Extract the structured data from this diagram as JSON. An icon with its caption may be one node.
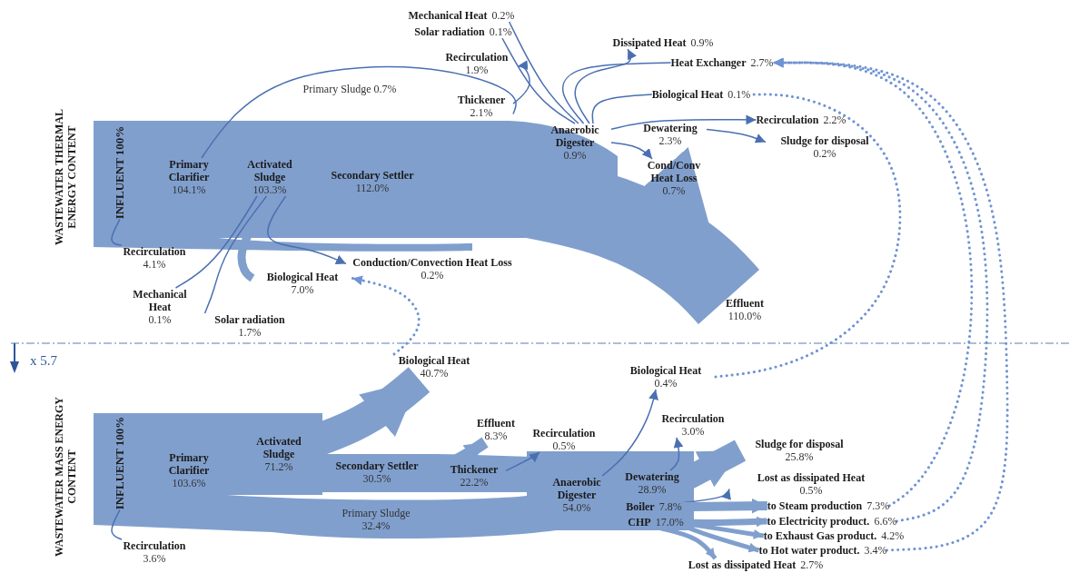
{
  "diagram": {
    "nodes": [
      {
        "text": [
          "INFLUENT 100%"
        ]
      },
      {
        "text": [
          "Primary Clarifier",
          "104.1%"
        ]
      },
      {
        "text": [
          "Activated Sludge",
          "103.3%"
        ]
      },
      {
        "text": [
          "Secondary Settler",
          "112.0%"
        ]
      },
      {
        "text": [
          "Thickener",
          "2.1%"
        ]
      },
      {
        "text": [
          "Recirculation",
          "1.9%"
        ]
      },
      {
        "text": [
          "Mechanical Heat",
          "0.2%"
        ]
      },
      {
        "text": [
          "Solar radiation",
          "0.1%"
        ]
      },
      {
        "text": [
          "Anaerobic Digester",
          "0.9%"
        ]
      },
      {
        "text": [
          "Dissipated Heat",
          "0.9%"
        ]
      },
      {
        "text": [
          "Heat Exchanger",
          "2.7%"
        ]
      },
      {
        "text": [
          "Biological Heat",
          "0.1%"
        ]
      },
      {
        "text": [
          "Recirculation",
          "2.2%"
        ]
      },
      {
        "text": [
          "Dewatering",
          "2.3%"
        ]
      },
      {
        "text": [
          "Sludge for disposal",
          "0.2%"
        ]
      },
      {
        "text": [
          "Cond/Conv Heat Loss",
          "0.7%"
        ]
      },
      {
        "text": [
          "Effluent",
          "110.0%"
        ]
      },
      {
        "text": [
          "Recirculation",
          "4.1%"
        ]
      },
      {
        "text": [
          "Mechanical Heat",
          "0.1%"
        ]
      },
      {
        "text": [
          "Solar radiation",
          "1.7%"
        ]
      },
      {
        "text": [
          "Biological Heat",
          "7.0%"
        ]
      },
      {
        "text": [
          "Conduction/Convection Heat Loss",
          "0.2%"
        ]
      },
      {
        "text": [
          "INFLUENT 100%"
        ]
      },
      {
        "text": [
          "Primary Clarifier",
          "103.6%"
        ]
      },
      {
        "text": [
          "Activated Sludge",
          "71.2%"
        ]
      },
      {
        "text": [
          "Biological Heat",
          "40.7%"
        ]
      },
      {
        "text": [
          "Secondary Settler",
          "30.5%"
        ]
      },
      {
        "text": [
          "Effluent",
          "8.3%"
        ]
      },
      {
        "text": [
          "Thickener",
          "22.2%"
        ]
      },
      {
        "text": [
          "Primary Sludge",
          "32.4%"
        ]
      },
      {
        "text": [
          "Recirculation",
          "0.5%"
        ]
      },
      {
        "text": [
          "Anaerobic Digester",
          "54.0%"
        ]
      },
      {
        "text": [
          "Biological Heat",
          "0.4%"
        ]
      },
      {
        "text": [
          "Recirculation",
          "3.0%"
        ]
      },
      {
        "text": [
          "Dewatering",
          "28.9%"
        ]
      },
      {
        "text": [
          "Sludge for disposal",
          "25.8%"
        ]
      },
      {
        "text": [
          "Lost as dissipated Heat",
          "0.5%"
        ]
      },
      {
        "text": [
          "Boiler",
          "7.8%"
        ]
      },
      {
        "text": [
          "CHP",
          "17.0%"
        ]
      },
      {
        "text": [
          "to Steam production",
          "7.3%"
        ]
      },
      {
        "text": [
          "to Electricity product.",
          "6.6%"
        ]
      },
      {
        "text": [
          "to Exhaust Gas product.",
          "4.2%"
        ]
      },
      {
        "text": [
          "to Hot water product.",
          "3.4%"
        ]
      },
      {
        "text": [
          "Lost as dissipated Heat",
          "2.7%"
        ]
      },
      {
        "text": [
          "Recirculation",
          "3.6%"
        ]
      }
    ],
    "edges": [
      {
        "from": 1,
        "to": 4,
        "arrow": "none",
        "label": "Primary Sludge 0.7%"
      },
      {
        "from": 4,
        "to": 5,
        "arrow": "to"
      },
      {
        "from": 6,
        "to": 8,
        "arrow": "none"
      },
      {
        "from": 7,
        "to": 8,
        "arrow": "none"
      },
      {
        "from": 8,
        "to": 10,
        "arrow": "none"
      },
      {
        "from": 8,
        "to": 9,
        "arrow": "to"
      },
      {
        "from": 11,
        "to": 8,
        "arrow": "none"
      },
      {
        "from": 8,
        "to": 12,
        "arrow": "to"
      },
      {
        "from": 13,
        "to": 14,
        "arrow": "to"
      },
      {
        "from": 8,
        "to": 15,
        "arrow": "to"
      },
      {
        "from": 3,
        "to": 16,
        "arrow": "to",
        "style": "thick"
      },
      {
        "from": 17,
        "to": 0,
        "arrow": "none"
      },
      {
        "from": 18,
        "to": 2,
        "arrow": "none"
      },
      {
        "from": 19,
        "to": 2,
        "arrow": "none"
      },
      {
        "from": 20,
        "to": 2,
        "arrow": "none",
        "style": "thick"
      },
      {
        "from": 2,
        "to": 21,
        "arrow": "to"
      },
      {
        "from": 25,
        "to": 20,
        "arrow": "to",
        "style": "dashed"
      },
      {
        "from": 32,
        "to": 11,
        "arrow": "none",
        "style": "dashed"
      },
      {
        "from": 39,
        "to": 10,
        "arrow": "to",
        "style": "dashed"
      },
      {
        "from": 40,
        "to": 10,
        "arrow": "to",
        "style": "dashed"
      },
      {
        "from": 42,
        "to": 10,
        "arrow": "to",
        "style": "dashed"
      },
      {
        "from": 24,
        "to": 25,
        "arrow": "to",
        "style": "thick"
      },
      {
        "from": 26,
        "to": 27,
        "arrow": "to",
        "style": "thick"
      },
      {
        "from": 28,
        "to": 30,
        "arrow": "to"
      },
      {
        "from": 31,
        "to": 32,
        "arrow": "to"
      },
      {
        "from": 34,
        "to": 33,
        "arrow": "to"
      },
      {
        "from": 34,
        "to": 35,
        "arrow": "to",
        "style": "thick"
      },
      {
        "from": 37,
        "to": 36,
        "arrow": "to"
      },
      {
        "from": 37,
        "to": 39,
        "arrow": "to",
        "style": "thick"
      },
      {
        "from": 38,
        "to": 40,
        "arrow": "to",
        "style": "thick"
      },
      {
        "from": 38,
        "to": 41,
        "arrow": "to",
        "style": "thick"
      },
      {
        "from": 38,
        "to": 42,
        "arrow": "to",
        "style": "thick"
      },
      {
        "from": 38,
        "to": 43,
        "arrow": "to",
        "style": "thick"
      },
      {
        "from": 44,
        "to": 22,
        "arrow": "none"
      }
    ],
    "labels": [
      "WASTEWATER THERMAL ENERGY CONTENT",
      "x 5.7",
      "WASTEWATER MASS ENERGY CONTENT"
    ]
  }
}
